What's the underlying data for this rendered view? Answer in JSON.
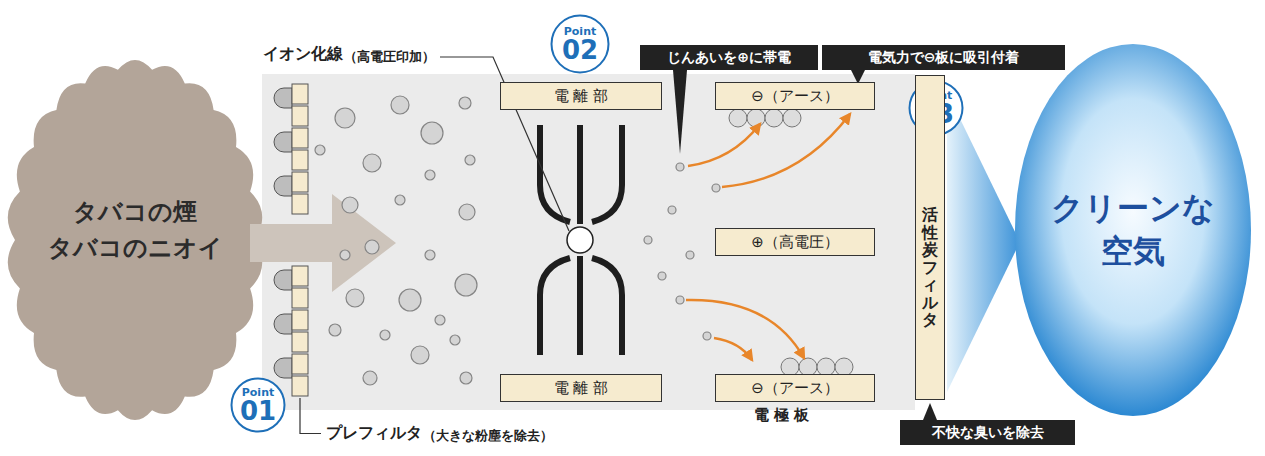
{
  "diagram": {
    "nodes": [
      {
        "text": [
          "タバコの煙",
          "タバコのニオイ"
        ]
      },
      {
        "text": [
          "Point",
          "01"
        ]
      },
      {
        "text": [
          "Point",
          "02"
        ]
      },
      {
        "text": [
          "電 離 部"
        ]
      },
      {
        "text": [
          "電 離 部"
        ]
      },
      {
        "text": [
          "じんあいを⊕に帯電"
        ]
      },
      {
        "text": [
          "電気力で⊖板に吸引付着"
        ]
      },
      {
        "text": [
          "⊖（アース）"
        ]
      },
      {
        "text": [
          "⊕（高電圧）"
        ]
      },
      {
        "text": [
          "⊖（アース）"
        ]
      },
      {
        "text": [
          "Point",
          "03"
        ]
      },
      {
        "text": [
          "活性炭フィルタ"
        ]
      },
      {
        "text": [
          "不快な臭いを除去"
        ]
      },
      {
        "text": [
          "クリーンな 空気"
        ]
      }
    ],
    "labels": [
      "イオン化線",
      "（高電圧印加）",
      "プレフィルタ",
      "（大きな粉塵を除去）",
      "電 極 板"
    ]
  }
}
